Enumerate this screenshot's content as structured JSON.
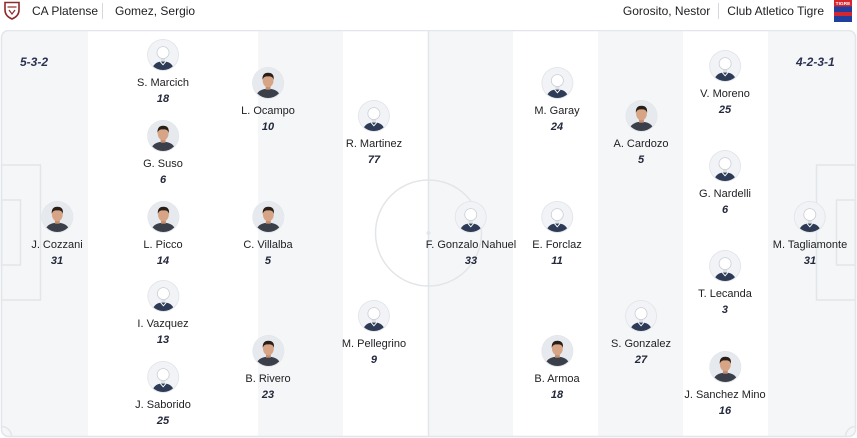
{
  "header": {
    "home_team": "CA Platense",
    "home_coach": "Gomez, Sergio",
    "home_logo_icon": "platense-crest-icon",
    "away_coach": "Gorosito, Nestor",
    "away_team": "Club Atletico Tigre",
    "away_logo_icon": "tigre-crest-icon",
    "away_logo_text": "TIGRE"
  },
  "lineups": {
    "home": {
      "formation": "5-3-2",
      "players": [
        {
          "name": "J. Cozzani",
          "number": 31,
          "avatar": "photo"
        },
        {
          "name": "S. Marcich",
          "number": 18,
          "avatar": "silhouette"
        },
        {
          "name": "G. Suso",
          "number": 6,
          "avatar": "photo"
        },
        {
          "name": "L. Picco",
          "number": 14,
          "avatar": "photo"
        },
        {
          "name": "I. Vazquez",
          "number": 13,
          "avatar": "silhouette"
        },
        {
          "name": "J. Saborido",
          "number": 25,
          "avatar": "silhouette"
        },
        {
          "name": "L. Ocampo",
          "number": 10,
          "avatar": "photo"
        },
        {
          "name": "C. Villalba",
          "number": 5,
          "avatar": "photo"
        },
        {
          "name": "B. Rivero",
          "number": 23,
          "avatar": "photo"
        },
        {
          "name": "R. Martinez",
          "number": 77,
          "avatar": "silhouette"
        },
        {
          "name": "M. Pellegrino",
          "number": 9,
          "avatar": "silhouette"
        }
      ]
    },
    "away": {
      "formation": "4-2-3-1",
      "players": [
        {
          "name": "M. Tagliamonte",
          "number": 31,
          "avatar": "silhouette"
        },
        {
          "name": "V. Moreno",
          "number": 25,
          "avatar": "silhouette"
        },
        {
          "name": "G. Nardelli",
          "number": 6,
          "avatar": "silhouette"
        },
        {
          "name": "T. Lecanda",
          "number": 3,
          "avatar": "silhouette"
        },
        {
          "name": "J. Sanchez Mino",
          "number": 16,
          "avatar": "photo"
        },
        {
          "name": "A. Cardozo",
          "number": 5,
          "avatar": "photo"
        },
        {
          "name": "S. Gonzalez",
          "number": 27,
          "avatar": "silhouette"
        },
        {
          "name": "M. Garay",
          "number": 24,
          "avatar": "silhouette"
        },
        {
          "name": "E. Forclaz",
          "number": 11,
          "avatar": "silhouette"
        },
        {
          "name": "B. Armoa",
          "number": 18,
          "avatar": "photo"
        },
        {
          "name": "F. Gonzalo Nahuel",
          "number": 33,
          "avatar": "silhouette"
        }
      ]
    }
  },
  "colors": {
    "pitch_stripe_dark": "#f5f6f8",
    "pitch_stripe_light": "#ffffff",
    "pitch_line": "#e2e5e9",
    "player_number": "#23283b",
    "formation_label": "#2a3150"
  }
}
